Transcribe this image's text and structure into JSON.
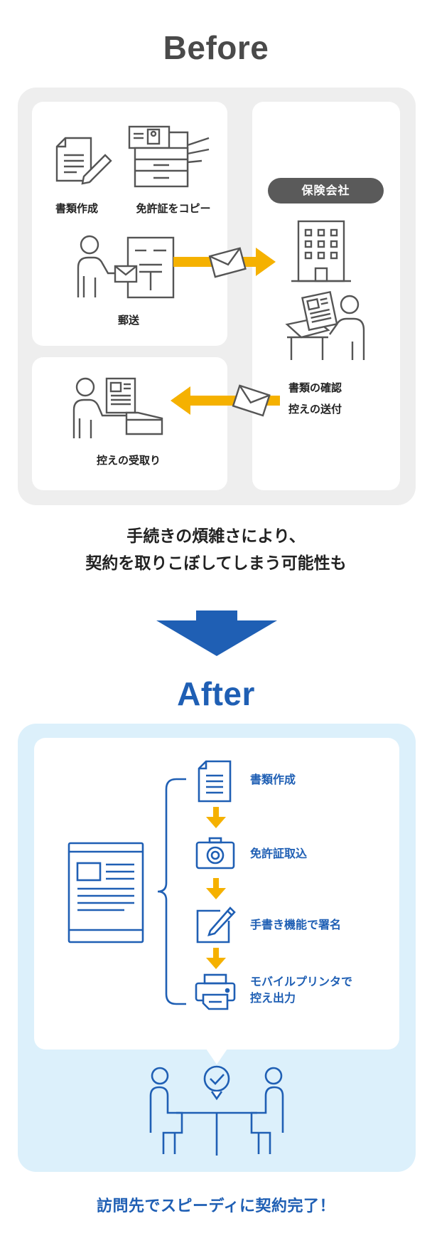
{
  "before": {
    "title": "Before",
    "steps": {
      "create_docs": "書類作成",
      "copy_license": "免許証をコピー",
      "mail": "郵送",
      "receive_copy": "控えの受取り"
    },
    "insurer": {
      "badge": "保険会社",
      "confirm_line1": "書類の確認",
      "confirm_line2": "控えの送付"
    }
  },
  "problem": {
    "line1": "手続きの煩雑さにより、",
    "line2": "契約を取りこぼしてしまう可能性も"
  },
  "after": {
    "title": "After",
    "steps": [
      {
        "label": "書類作成",
        "icon": "document-icon"
      },
      {
        "label": "免許証取込",
        "icon": "camera-icon"
      },
      {
        "label": "手書き機能で署名",
        "icon": "pen-sign-icon"
      },
      {
        "label_line1": "モバイルプリンタで",
        "label_line2": "控え出力",
        "icon": "printer-icon"
      }
    ],
    "conclusion": "訪問先でスピーディに契約完了！"
  },
  "colors": {
    "grey_panel": "#eeeeee",
    "blue_panel": "#dcf0fb",
    "accent_blue": "#1f5fb4",
    "arrow_yellow": "#f5b100",
    "line_grey": "#555555"
  }
}
